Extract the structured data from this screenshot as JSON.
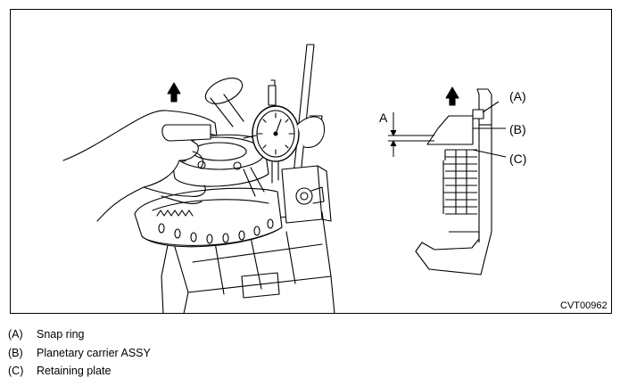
{
  "figure": {
    "code": "CVT00962",
    "dimension_label": "A",
    "callouts": {
      "a": "(A)",
      "b": "(B)",
      "c": "(C)"
    }
  },
  "legend": [
    {
      "key": "(A)",
      "text": "Snap ring"
    },
    {
      "key": "(B)",
      "text": "Planetary carrier ASSY"
    },
    {
      "key": "(C)",
      "text": "Retaining plate"
    }
  ]
}
